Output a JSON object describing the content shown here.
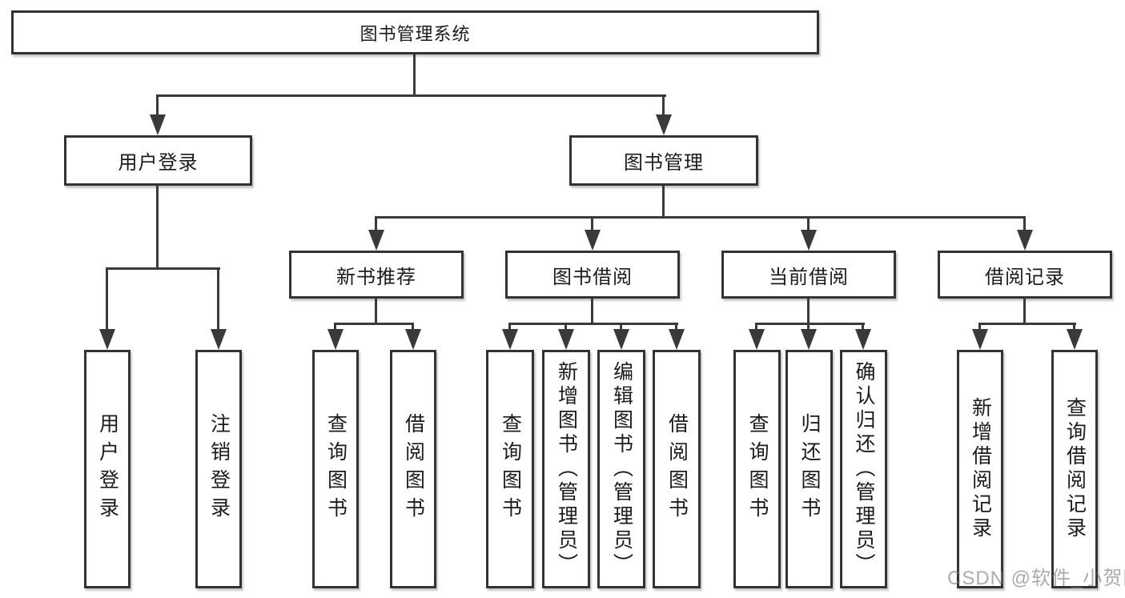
{
  "tree": {
    "root": {
      "label": "图书管理系统"
    },
    "branches": [
      {
        "label": "用户登录",
        "children": [
          {
            "label": "用户登录"
          },
          {
            "label": "注销登录"
          }
        ]
      },
      {
        "label": "图书管理",
        "children": [
          {
            "label": "新书推荐",
            "children": [
              {
                "label": "查询图书"
              },
              {
                "label": "借阅图书"
              }
            ]
          },
          {
            "label": "图书借阅",
            "children": [
              {
                "label": "查询图书"
              },
              {
                "label": "新增图书（管理员）"
              },
              {
                "label": "编辑图书（管理员）"
              },
              {
                "label": "借阅图书"
              }
            ]
          },
          {
            "label": "当前借阅",
            "children": [
              {
                "label": "查询图书"
              },
              {
                "label": "归还图书"
              },
              {
                "label": "确认归还（管理员）"
              }
            ]
          },
          {
            "label": "借阅记录",
            "children": [
              {
                "label": "新增借阅记录"
              },
              {
                "label": "查询借阅记录"
              }
            ]
          }
        ]
      }
    ]
  },
  "watermark": {
    "text": "CSDN @软件_小贺同学"
  },
  "colors": {
    "line": "#3a3a3a",
    "box_border": "#333333",
    "box_fill": "#ffffff",
    "text": "#1b1b1b",
    "watermark": "#8c8c8c"
  }
}
